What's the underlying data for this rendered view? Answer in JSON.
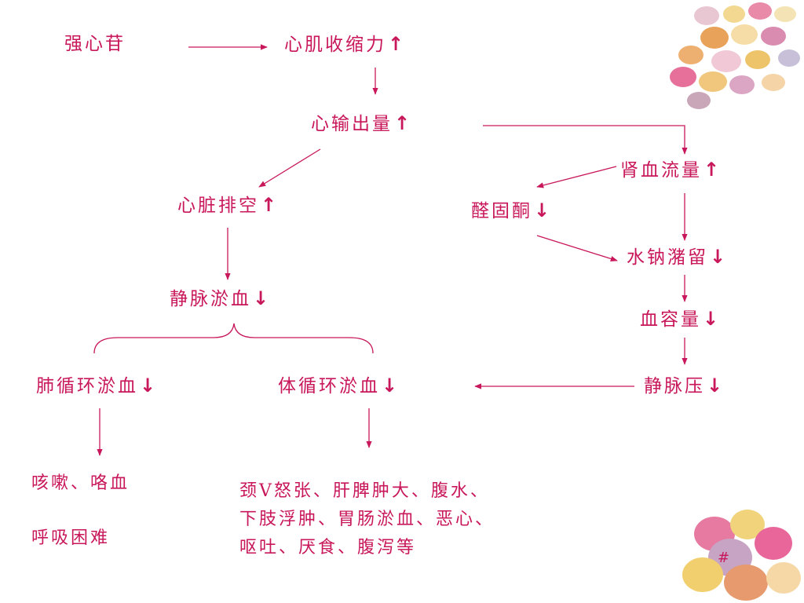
{
  "nodes": {
    "cardiac_glycoside": {
      "text": "强心苷",
      "arrow": ""
    },
    "contractility": {
      "text": "心肌收缩力",
      "arrow": "↑"
    },
    "cardiac_output": {
      "text": "心输出量",
      "arrow": "↑"
    },
    "heart_emptying": {
      "text": "心脏排空",
      "arrow": "↑"
    },
    "renal_blood_flow": {
      "text": "肾血流量",
      "arrow": "↑"
    },
    "aldosterone": {
      "text": "醛固酮",
      "arrow": "↓"
    },
    "water_sodium_retention": {
      "text": "水钠潴留",
      "arrow": "↓"
    },
    "venous_congestion": {
      "text": "静脉淤血",
      "arrow": "↓"
    },
    "blood_volume": {
      "text": "血容量",
      "arrow": "↓"
    },
    "pulmonary_congestion": {
      "text": "肺循环淤血",
      "arrow": "↓"
    },
    "systemic_congestion": {
      "text": "体循环淤血",
      "arrow": "↓"
    },
    "venous_pressure": {
      "text": "静脉压",
      "arrow": "↓"
    }
  },
  "pulmonary_symptoms": [
    "咳嗽、咯血",
    "呼吸困难"
  ],
  "systemic_symptoms": [
    "颈V怒张、肝脾肿大、腹水、",
    "下肢浮肿、胃肠淤血、恶心、",
    "呕吐、厌食、腹泻等"
  ],
  "slide_number": "#",
  "colors": {
    "text": "#c8175a",
    "lines": "#c8175a",
    "background": "#ffffff"
  },
  "decorations": [
    "candy-eggs-top-right",
    "candy-eggs-bottom-right"
  ]
}
